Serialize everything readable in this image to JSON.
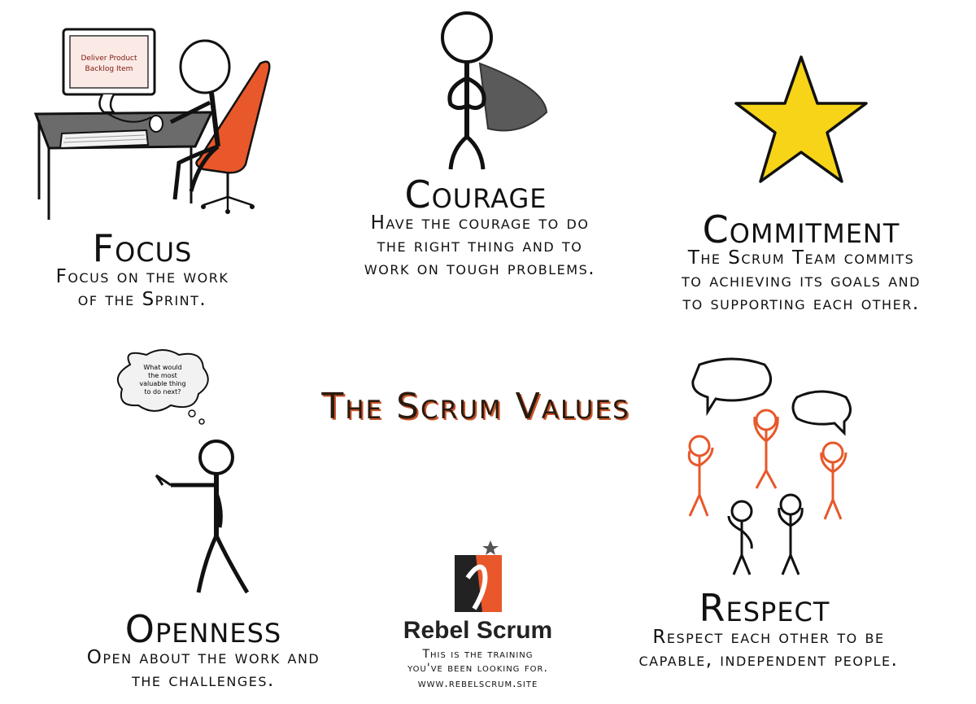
{
  "main_title": "The Scrum Values",
  "values": {
    "focus": {
      "title": "Focus",
      "desc1": "Focus on the work",
      "desc2": "of the Sprint.",
      "screen1": "Deliver Product",
      "screen2": "Backlog Item"
    },
    "courage": {
      "title": "Courage",
      "desc1": "Have the courage to do",
      "desc2": "the right thing and to",
      "desc3": "work on tough problems."
    },
    "commitment": {
      "title": "Commitment",
      "desc1": "The Scrum Team commits",
      "desc2": "to achieving its goals and",
      "desc3": "to supporting each other."
    },
    "openness": {
      "title": "Openness",
      "desc1": "Open about the work and",
      "desc2": "the challenges.",
      "thought1": "What would",
      "thought2": "the most",
      "thought3": "valuable thing",
      "thought4": "to do next?"
    },
    "respect": {
      "title": "Respect",
      "desc1": "Respect each other to be",
      "desc2": "capable, independent people."
    }
  },
  "brand": {
    "name": "Rebel Scrum",
    "tag1": "This is the training",
    "tag2": "you've been looking for.",
    "url": "www.rebelscrum.site"
  },
  "colors": {
    "accent": "#e8582a",
    "star": "#f7d417",
    "desk": "#6b6b6b",
    "cape": "#5a5a5a"
  }
}
